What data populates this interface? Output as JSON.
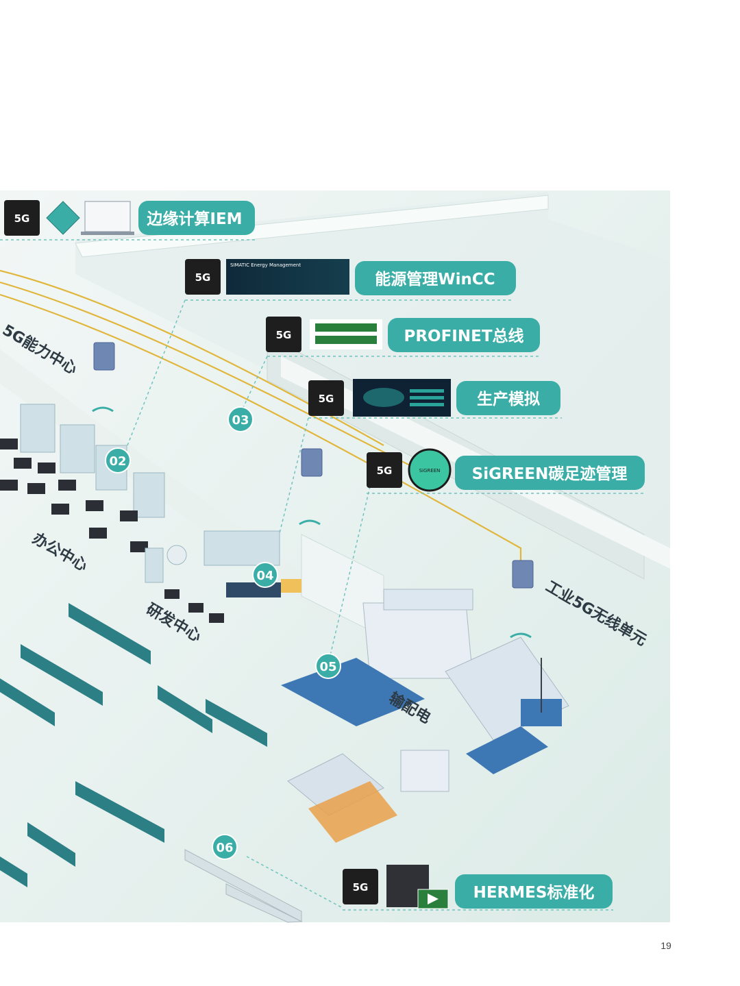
{
  "colors": {
    "accent": "#3aaea6",
    "cable": "#e0b63c",
    "connector": "#6fc3bd",
    "icon_dark": "#1e1e1e",
    "floor": "#eaf3f1"
  },
  "features": [
    {
      "id": "iem",
      "label": "边缘计算IEM",
      "icon": "5g-icon"
    },
    {
      "id": "energy",
      "label": "能源管理WinCC",
      "icon": "5g-icon"
    },
    {
      "id": "profinet",
      "label": "PROFINET总线",
      "icon": "5g-icon"
    },
    {
      "id": "simulation",
      "label": "生产模拟",
      "icon": "5g-icon"
    },
    {
      "id": "sigreen",
      "label": "SiGREEN碳足迹管理",
      "icon": "5g-icon"
    },
    {
      "id": "hermes",
      "label": "HERMES标准化",
      "icon": "5g-icon"
    }
  ],
  "icon_labels": {
    "five_g": "5G",
    "simatic_energy": "SIMATIC Energy Management",
    "sigreen_logo": "SiGREEN"
  },
  "zones": {
    "capability_center": "5G能力中心",
    "office_center": "办公中心",
    "rd_center": "研发中心",
    "power": "输配电",
    "wireless_unit": "工业5G无线单元"
  },
  "markers": [
    "02",
    "03",
    "04",
    "05",
    "06"
  ],
  "page_number": "19"
}
